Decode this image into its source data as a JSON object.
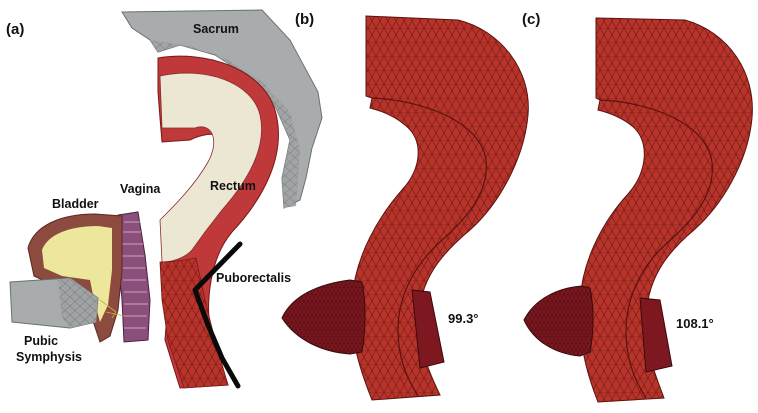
{
  "panels": {
    "a": "(a)",
    "b": "(b)",
    "c": "(c)"
  },
  "labels": {
    "sacrum": "Sacrum",
    "bladder": "Bladder",
    "vagina": "Vagina",
    "rectum": "Rectum",
    "puborectalis": "Puborectalis",
    "pubic_line1": "Pubic",
    "pubic_line2": "Symphysis"
  },
  "angles": {
    "b": "99.3°",
    "c": "108.1°"
  },
  "colors": {
    "sacrum": "#a9acad",
    "bladder_wall": "#8d4a3f",
    "bladder_fill": "#ece79a",
    "vagina": "#8a4f7a",
    "rectum_wall": "#c0393a",
    "rectum_lumen": "#ebe7d2",
    "mesh": "#b8332a",
    "puborectalis_mesh": "#7e1820",
    "puborectalis_line": "#0a0a0a"
  }
}
